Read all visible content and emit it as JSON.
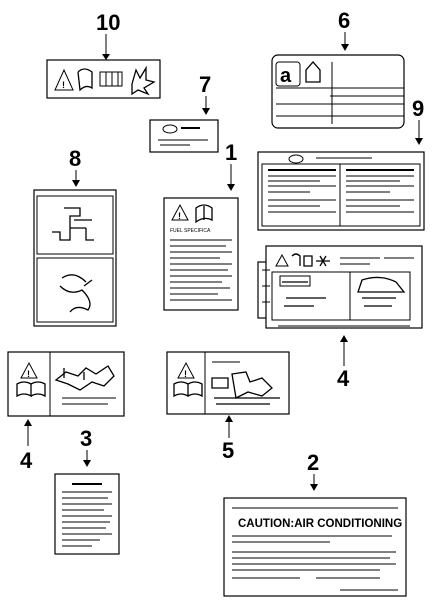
{
  "callouts": {
    "c1": "1",
    "c2": "2",
    "c3": "3",
    "c4a": "4",
    "c4b": "4",
    "c5": "5",
    "c6": "6",
    "c7": "7",
    "c8": "8",
    "c9": "9",
    "c10": "10"
  },
  "label_text": {
    "fuel_spec": "FUEL SPECIFICA",
    "ac_caution": "CAUTION:AIR CONDITIONING"
  },
  "icons": [
    "warning-triangle-icon",
    "manual-book-icon",
    "fan-icon",
    "battery-icon",
    "explosion-icon"
  ],
  "colors": {
    "line": "#000000",
    "background": "#ffffff"
  }
}
